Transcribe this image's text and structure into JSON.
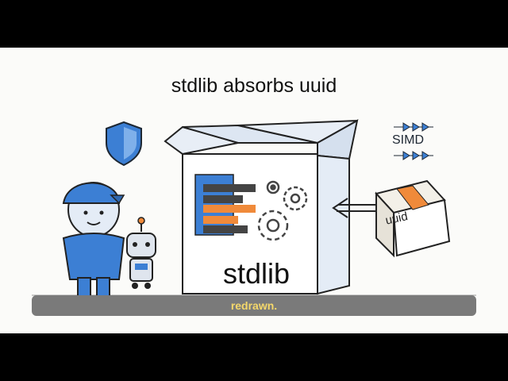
{
  "scene": {
    "title": "stdlib absorbs uuid",
    "box_label": "stdlib",
    "package_label": "uuid",
    "simd_label": "SIMD",
    "caption": "redrawn."
  },
  "icons": [
    "shield-icon",
    "gear-icon",
    "code-blocks-icon",
    "arrow-left-icon",
    "simd-chain-icon",
    "package-box-icon",
    "person-figure",
    "robot-figure"
  ],
  "colors": {
    "accent_blue": "#3c7fd4",
    "accent_orange": "#f08a3a",
    "caption_text": "#f5d86b",
    "caption_band": "#7a7a7a",
    "background": "#fbfbf9"
  }
}
